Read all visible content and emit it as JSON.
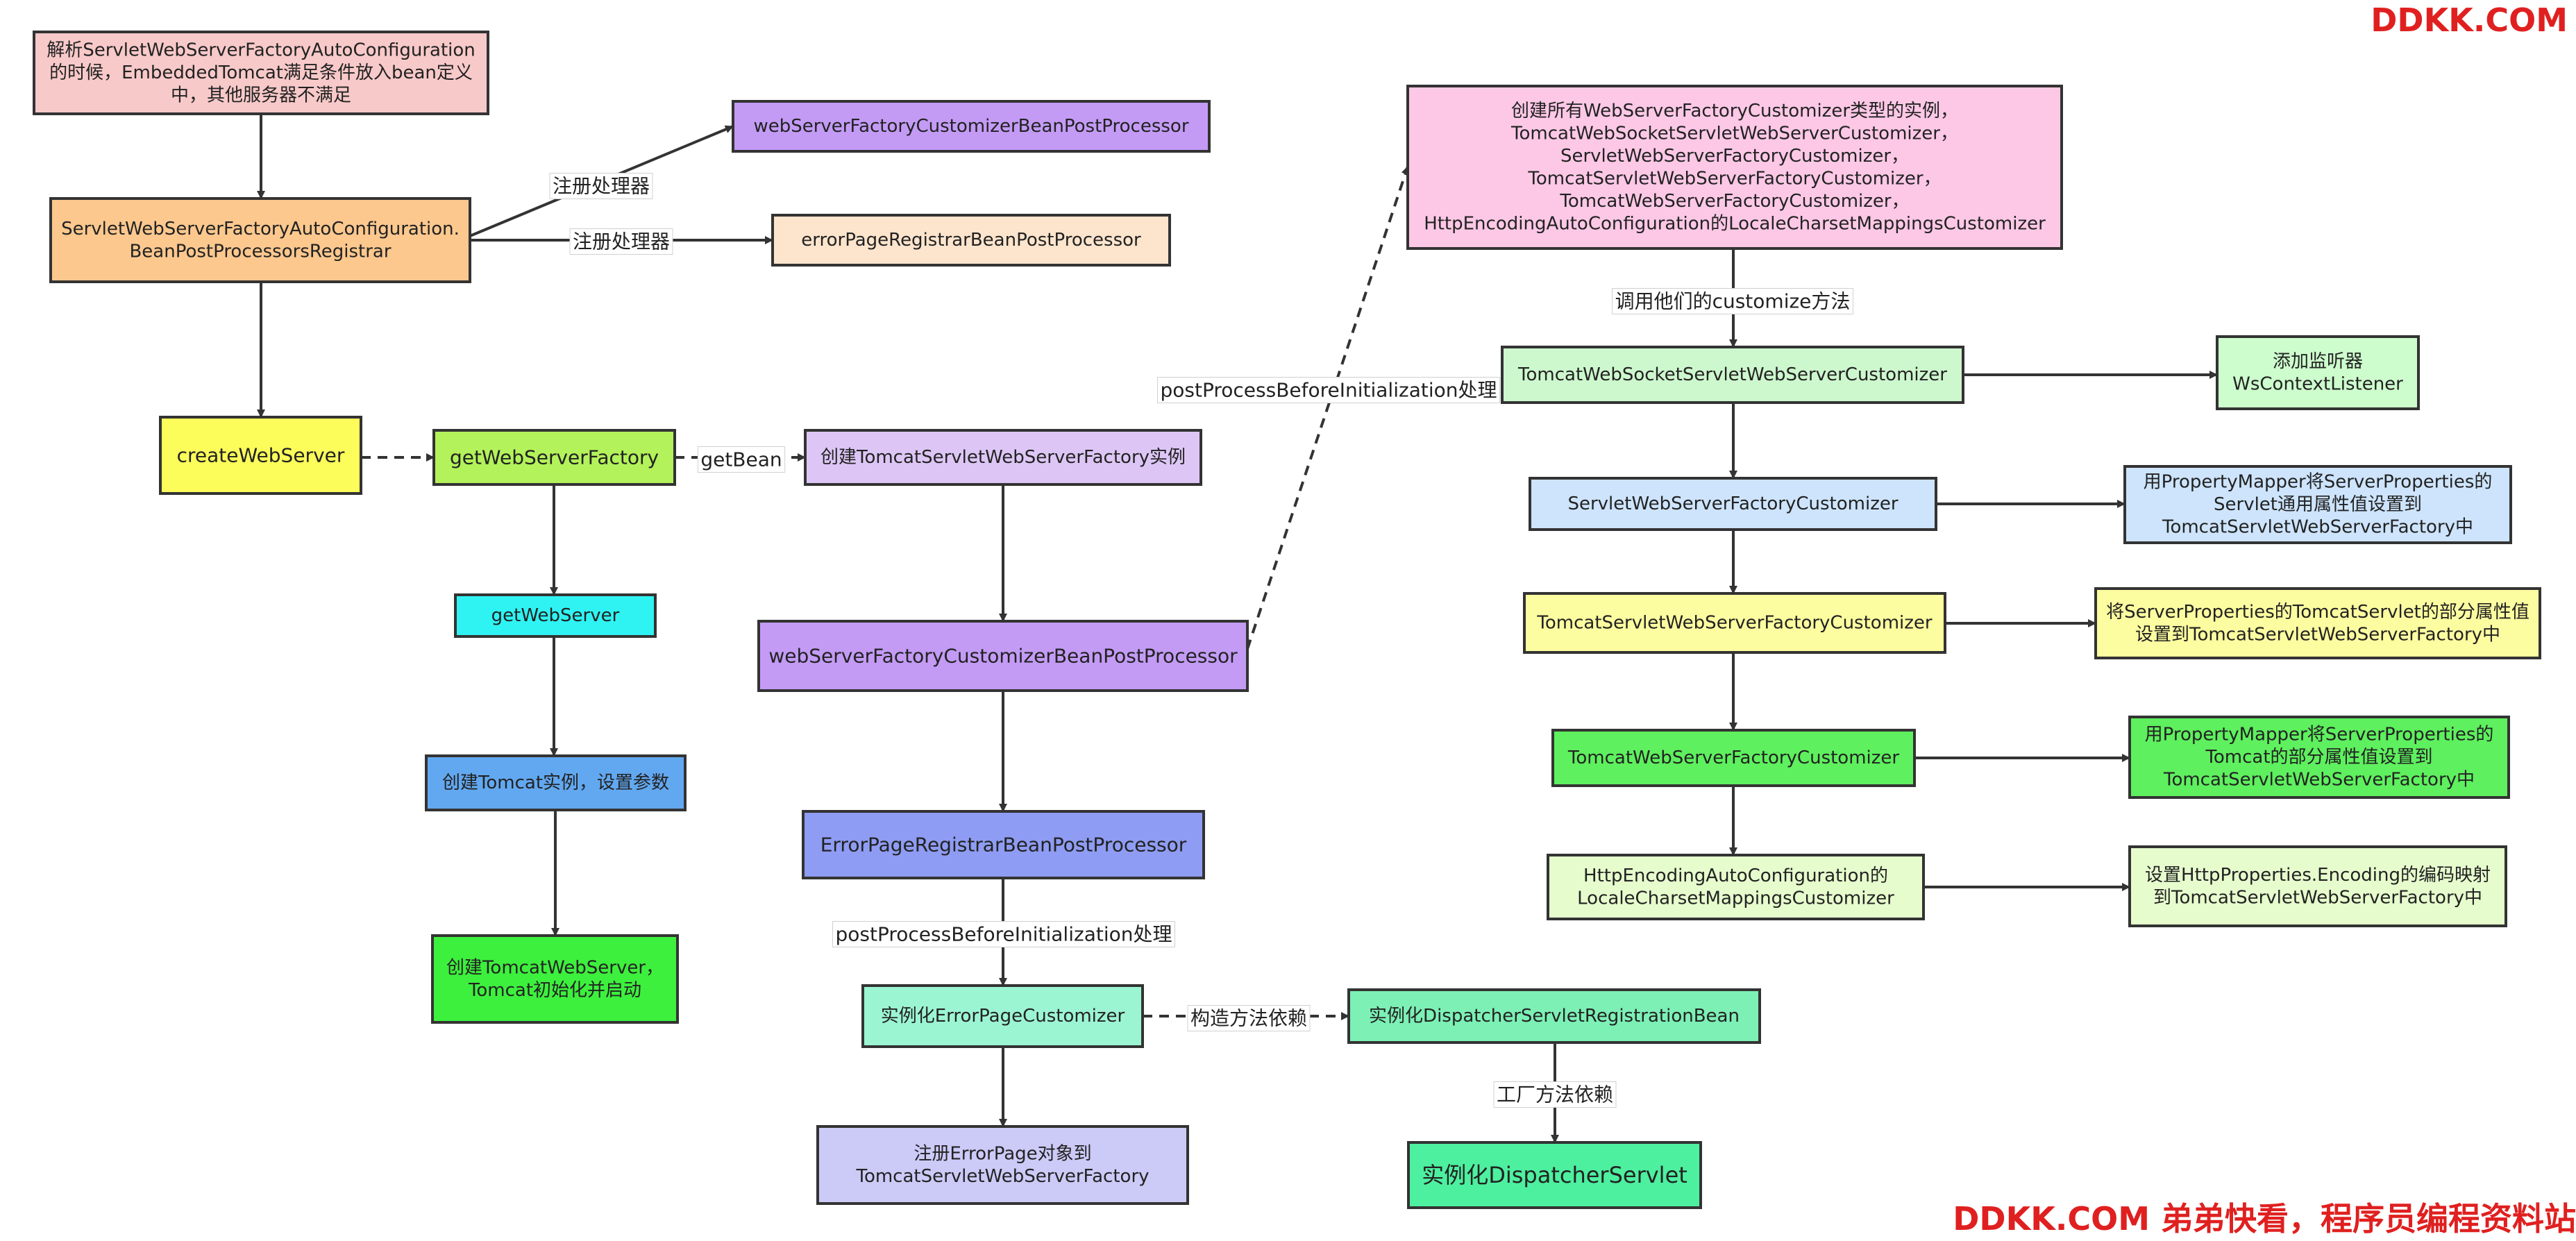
{
  "nodes": [
    {
      "id": "parse",
      "lines": [
        "解析ServletWebServerFactoryAutoConfiguration",
        "的时候，EmbeddedTomcat满足条件放入bean定义",
        "中，其他服务器不满足"
      ],
      "fill": "#f8c9c9"
    },
    {
      "id": "registrar",
      "lines": [
        "ServletWebServerFactoryAutoConfiguration.",
        "BeanPostProcessorsRegistrar"
      ],
      "fill": "#fcc88e"
    },
    {
      "id": "wsfcbpp_top",
      "lines": [
        "webServerFactoryCustomizerBeanPostProcessor"
      ],
      "fill": "#c39bf5"
    },
    {
      "id": "eprbpp_top",
      "lines": [
        "errorPageRegistrarBeanPostProcessor"
      ],
      "fill": "#fde4cc"
    },
    {
      "id": "createWebServer",
      "lines": [
        "createWebServer"
      ],
      "fill": "#fcfc5a"
    },
    {
      "id": "getWebServerFactory",
      "lines": [
        "getWebServerFactory"
      ],
      "fill": "#b3f25a"
    },
    {
      "id": "createTomcatFactory",
      "lines": [
        "创建TomcatServletWebServerFactory实例"
      ],
      "fill": "#ddc6f5"
    },
    {
      "id": "getWebServer",
      "lines": [
        "getWebServer"
      ],
      "fill": "#2ff3f3"
    },
    {
      "id": "createTomcat",
      "lines": [
        "创建Tomcat实例，设置参数"
      ],
      "fill": "#62a8f0"
    },
    {
      "id": "createTomcatWebServer",
      "lines": [
        "创建TomcatWebServer，",
        "Tomcat初始化并启动"
      ],
      "fill": "#3df03d"
    },
    {
      "id": "wsfcbpp_mid",
      "lines": [
        "webServerFactoryCustomizerBeanPostProcessor"
      ],
      "fill": "#c39bf5"
    },
    {
      "id": "eprbpp_mid",
      "lines": [
        "ErrorPageRegistrarBeanPostProcessor"
      ],
      "fill": "#8e9cf3"
    },
    {
      "id": "errorPageCustomizer",
      "lines": [
        "实例化ErrorPageCustomizer"
      ],
      "fill": "#9cf5d2"
    },
    {
      "id": "registerErrorPage",
      "lines": [
        "注册ErrorPage对象到",
        "TomcatServletWebServerFactory"
      ],
      "fill": "#cccaf7"
    },
    {
      "id": "dispatcherRegBean",
      "lines": [
        "实例化DispatcherServletRegistrationBean"
      ],
      "fill": "#7cf0b5"
    },
    {
      "id": "dispatcherServlet",
      "lines": [
        "实例化DispatcherServlet"
      ],
      "fill": "#4df09f"
    },
    {
      "id": "createCustomizers",
      "lines": [
        "创建所有WebServerFactoryCustomizer类型的实例，",
        "TomcatWebSocketServletWebServerCustomizer，",
        "ServletWebServerFactoryCustomizer，",
        "TomcatServletWebServerFactoryCustomizer，",
        "TomcatWebServerFactoryCustomizer，",
        "HttpEncodingAutoConfiguration的LocaleCharsetMappingsCustomizer"
      ],
      "fill": "#fcc8e6"
    },
    {
      "id": "c1",
      "lines": [
        "TomcatWebSocketServletWebServerCustomizer"
      ],
      "fill": "#cdf7cd"
    },
    {
      "id": "c2",
      "lines": [
        "ServletWebServerFactoryCustomizer"
      ],
      "fill": "#cde4fc"
    },
    {
      "id": "c3",
      "lines": [
        "TomcatServletWebServerFactoryCustomizer"
      ],
      "fill": "#fcfca0"
    },
    {
      "id": "c4",
      "lines": [
        "TomcatWebServerFactoryCustomizer"
      ],
      "fill": "#5ef05e"
    },
    {
      "id": "c5",
      "lines": [
        "HttpEncodingAutoConfiguration的",
        "LocaleCharsetMappingsCustomizer"
      ],
      "fill": "#e6fccd"
    },
    {
      "id": "d1",
      "lines": [
        "添加监听器",
        "WsContextListener"
      ],
      "fill": "#cdfccd"
    },
    {
      "id": "d2",
      "lines": [
        "用PropertyMapper将ServerProperties的",
        "Servlet通用属性值设置到",
        "TomcatServletWebServerFactory中"
      ],
      "fill": "#cde4fc"
    },
    {
      "id": "d3",
      "lines": [
        "将ServerProperties的TomcatServlet的部分属性值",
        "设置到TomcatServletWebServerFactory中"
      ],
      "fill": "#fcfca0"
    },
    {
      "id": "d4",
      "lines": [
        "用PropertyMapper将ServerProperties的",
        "Tomcat的部分属性值设置到",
        "TomcatServletWebServerFactory中"
      ],
      "fill": "#5ef05e"
    },
    {
      "id": "d5",
      "lines": [
        "设置HttpProperties.Encoding的编码映射",
        "到TomcatServletWebServerFactory中"
      ],
      "fill": "#e6fccd"
    }
  ],
  "edges": [
    {
      "id": "e-parse-registrar",
      "from": "parse",
      "to": "registrar",
      "style": "solid",
      "label": ""
    },
    {
      "id": "e-registrar-wsfc",
      "from": "registrar",
      "to": "wsfcbpp_top",
      "style": "solid",
      "label": "注册处理器"
    },
    {
      "id": "e-registrar-epr",
      "from": "registrar",
      "to": "eprbpp_top",
      "style": "solid",
      "label": "注册处理器"
    },
    {
      "id": "e-registrar-create",
      "from": "registrar",
      "to": "createWebServer",
      "style": "solid",
      "label": ""
    },
    {
      "id": "e-create-getfactory",
      "from": "createWebServer",
      "to": "getWebServerFactory",
      "style": "dashed",
      "label": ""
    },
    {
      "id": "e-getfactory-tomcatfactory",
      "from": "getWebServerFactory",
      "to": "createTomcatFactory",
      "style": "dashed",
      "label": "getBean"
    },
    {
      "id": "e-getfactory-getwebserver",
      "from": "getWebServerFactory",
      "to": "getWebServer",
      "style": "solid",
      "label": ""
    },
    {
      "id": "e-getwebserver-tomcat",
      "from": "getWebServer",
      "to": "createTomcat",
      "style": "solid",
      "label": ""
    },
    {
      "id": "e-tomcat-tomcatws",
      "from": "createTomcat",
      "to": "createTomcatWebServer",
      "style": "solid",
      "label": ""
    },
    {
      "id": "e-tomcatfactory-wsfcmid",
      "from": "createTomcatFactory",
      "to": "wsfcbpp_mid",
      "style": "solid",
      "label": ""
    },
    {
      "id": "e-wsfcmid-eprmid",
      "from": "wsfcbpp_mid",
      "to": "eprbpp_mid",
      "style": "solid",
      "label": ""
    },
    {
      "id": "e-wsfcmid-customizers",
      "from": "wsfcbpp_mid",
      "to": "createCustomizers",
      "style": "dashed",
      "label": "postProcessBeforeInitialization处理"
    },
    {
      "id": "e-eprmid-errorpage",
      "from": "eprbpp_mid",
      "to": "errorPageCustomizer",
      "style": "solid",
      "label": "postProcessBeforeInitialization处理"
    },
    {
      "id": "e-errorpage-register",
      "from": "errorPageCustomizer",
      "to": "registerErrorPage",
      "style": "solid",
      "label": ""
    },
    {
      "id": "e-errorpage-dispreg",
      "from": "errorPageCustomizer",
      "to": "dispatcherRegBean",
      "style": "dashed",
      "label": "构造方法依赖"
    },
    {
      "id": "e-dispreg-disp",
      "from": "dispatcherRegBean",
      "to": "dispatcherServlet",
      "style": "solid",
      "label": "工厂方法依赖"
    },
    {
      "id": "e-customizers-c1",
      "from": "createCustomizers",
      "to": "c1",
      "style": "solid",
      "label": "调用他们的customize方法"
    },
    {
      "id": "e-c1-c2",
      "from": "c1",
      "to": "c2",
      "style": "solid",
      "label": ""
    },
    {
      "id": "e-c2-c3",
      "from": "c2",
      "to": "c3",
      "style": "solid",
      "label": ""
    },
    {
      "id": "e-c3-c4",
      "from": "c3",
      "to": "c4",
      "style": "solid",
      "label": ""
    },
    {
      "id": "e-c4-c5",
      "from": "c4",
      "to": "c5",
      "style": "solid",
      "label": ""
    },
    {
      "id": "e-c1-d1",
      "from": "c1",
      "to": "d1",
      "style": "solid",
      "label": ""
    },
    {
      "id": "e-c2-d2",
      "from": "c2",
      "to": "d2",
      "style": "solid",
      "label": ""
    },
    {
      "id": "e-c3-d3",
      "from": "c3",
      "to": "d3",
      "style": "solid",
      "label": ""
    },
    {
      "id": "e-c4-d4",
      "from": "c4",
      "to": "d4",
      "style": "solid",
      "label": ""
    },
    {
      "id": "e-c5-d5",
      "from": "c5",
      "to": "d5",
      "style": "solid",
      "label": ""
    }
  ],
  "watermark": {
    "top": "DDKK.COM",
    "bottom": "DDKK.COM 弟弟快看，程序员编程资料站"
  }
}
